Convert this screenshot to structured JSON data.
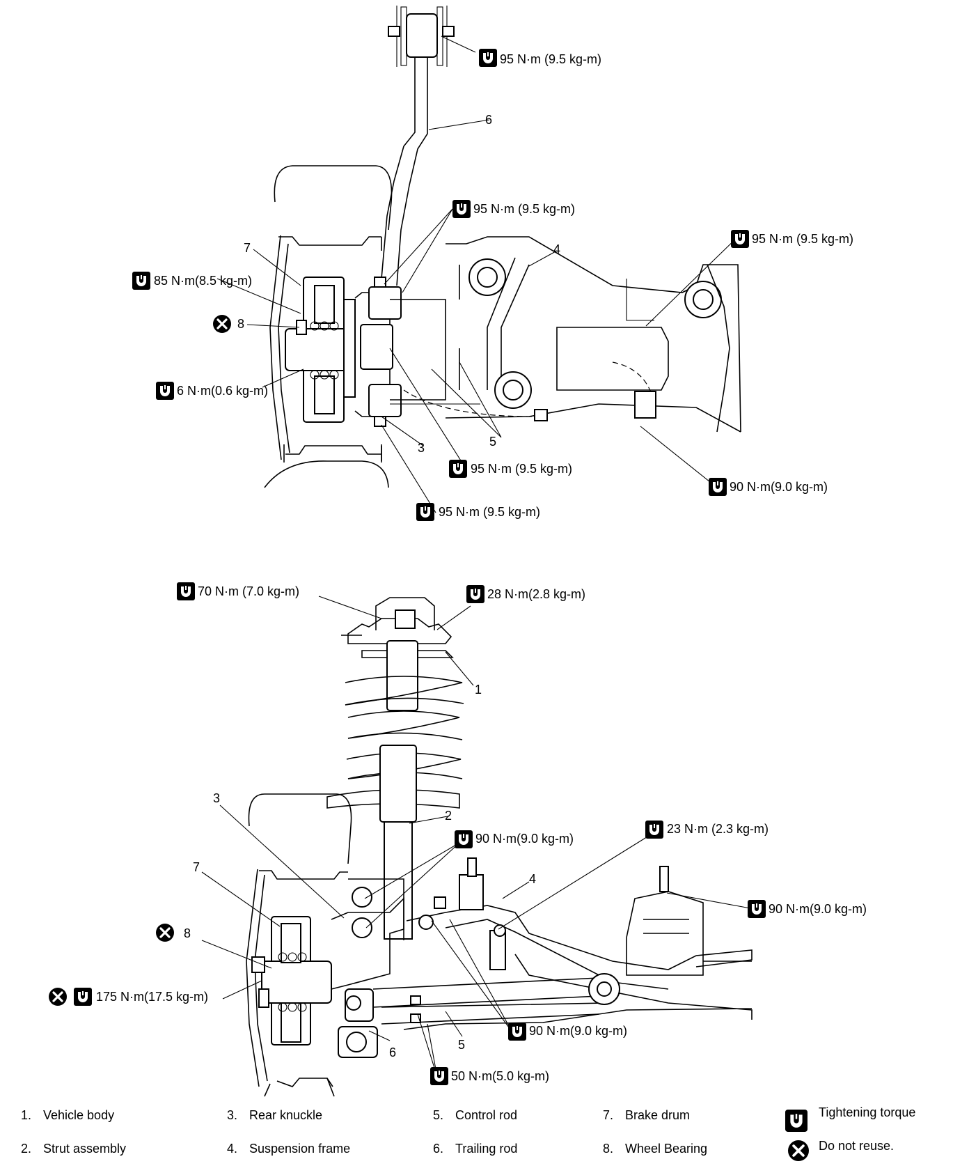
{
  "top_view": {
    "callouts": {
      "c1": "95 N·m (9.5 kg-m)",
      "c2": "95 N·m (9.5 kg-m)",
      "c3": "95 N·m (9.5 kg-m)",
      "c4": "85 N·m(8.5 kg-m)",
      "c5": "6 N·m(0.6 kg-m)",
      "c6": "95 N·m (9.5 kg-m)",
      "c7": "95 N·m (9.5 kg-m)",
      "c8": "90 N·m(9.0 kg-m)"
    },
    "numbers": {
      "n6": "6",
      "n7": "7",
      "n4": "4",
      "n8": "8",
      "n3": "3",
      "n5": "5"
    }
  },
  "bottom_view": {
    "callouts": {
      "c1": "70 N·m (7.0 kg-m)",
      "c2": "28 N·m(2.8 kg-m)",
      "c3": "90 N·m(9.0 kg-m)",
      "c4": "23 N·m (2.3 kg-m)",
      "c5": "90 N·m(9.0 kg-m)",
      "c6": "175 N·m(17.5 kg-m)",
      "c7": "90 N·m(9.0 kg-m)",
      "c8": "50 N·m(5.0 kg-m)"
    },
    "numbers": {
      "n1": "1",
      "n2": "2",
      "n3": "3",
      "n7": "7",
      "n8": "8",
      "n4": "4",
      "n6": "6",
      "n5": "5"
    }
  },
  "legend": {
    "items": [
      {
        "num": "1.",
        "label": "Vehicle body"
      },
      {
        "num": "2.",
        "label": "Strut assembly"
      },
      {
        "num": "3.",
        "label": "Rear knuckle"
      },
      {
        "num": "4.",
        "label": "Suspension frame"
      },
      {
        "num": "5.",
        "label": "Control rod"
      },
      {
        "num": "6.",
        "label": "Trailing rod"
      },
      {
        "num": "7.",
        "label": "Brake drum"
      },
      {
        "num": "8.",
        "label": "Wheel Bearing"
      }
    ],
    "torque_label": "Tightening torque",
    "noreuse_label": "Do not reuse."
  }
}
